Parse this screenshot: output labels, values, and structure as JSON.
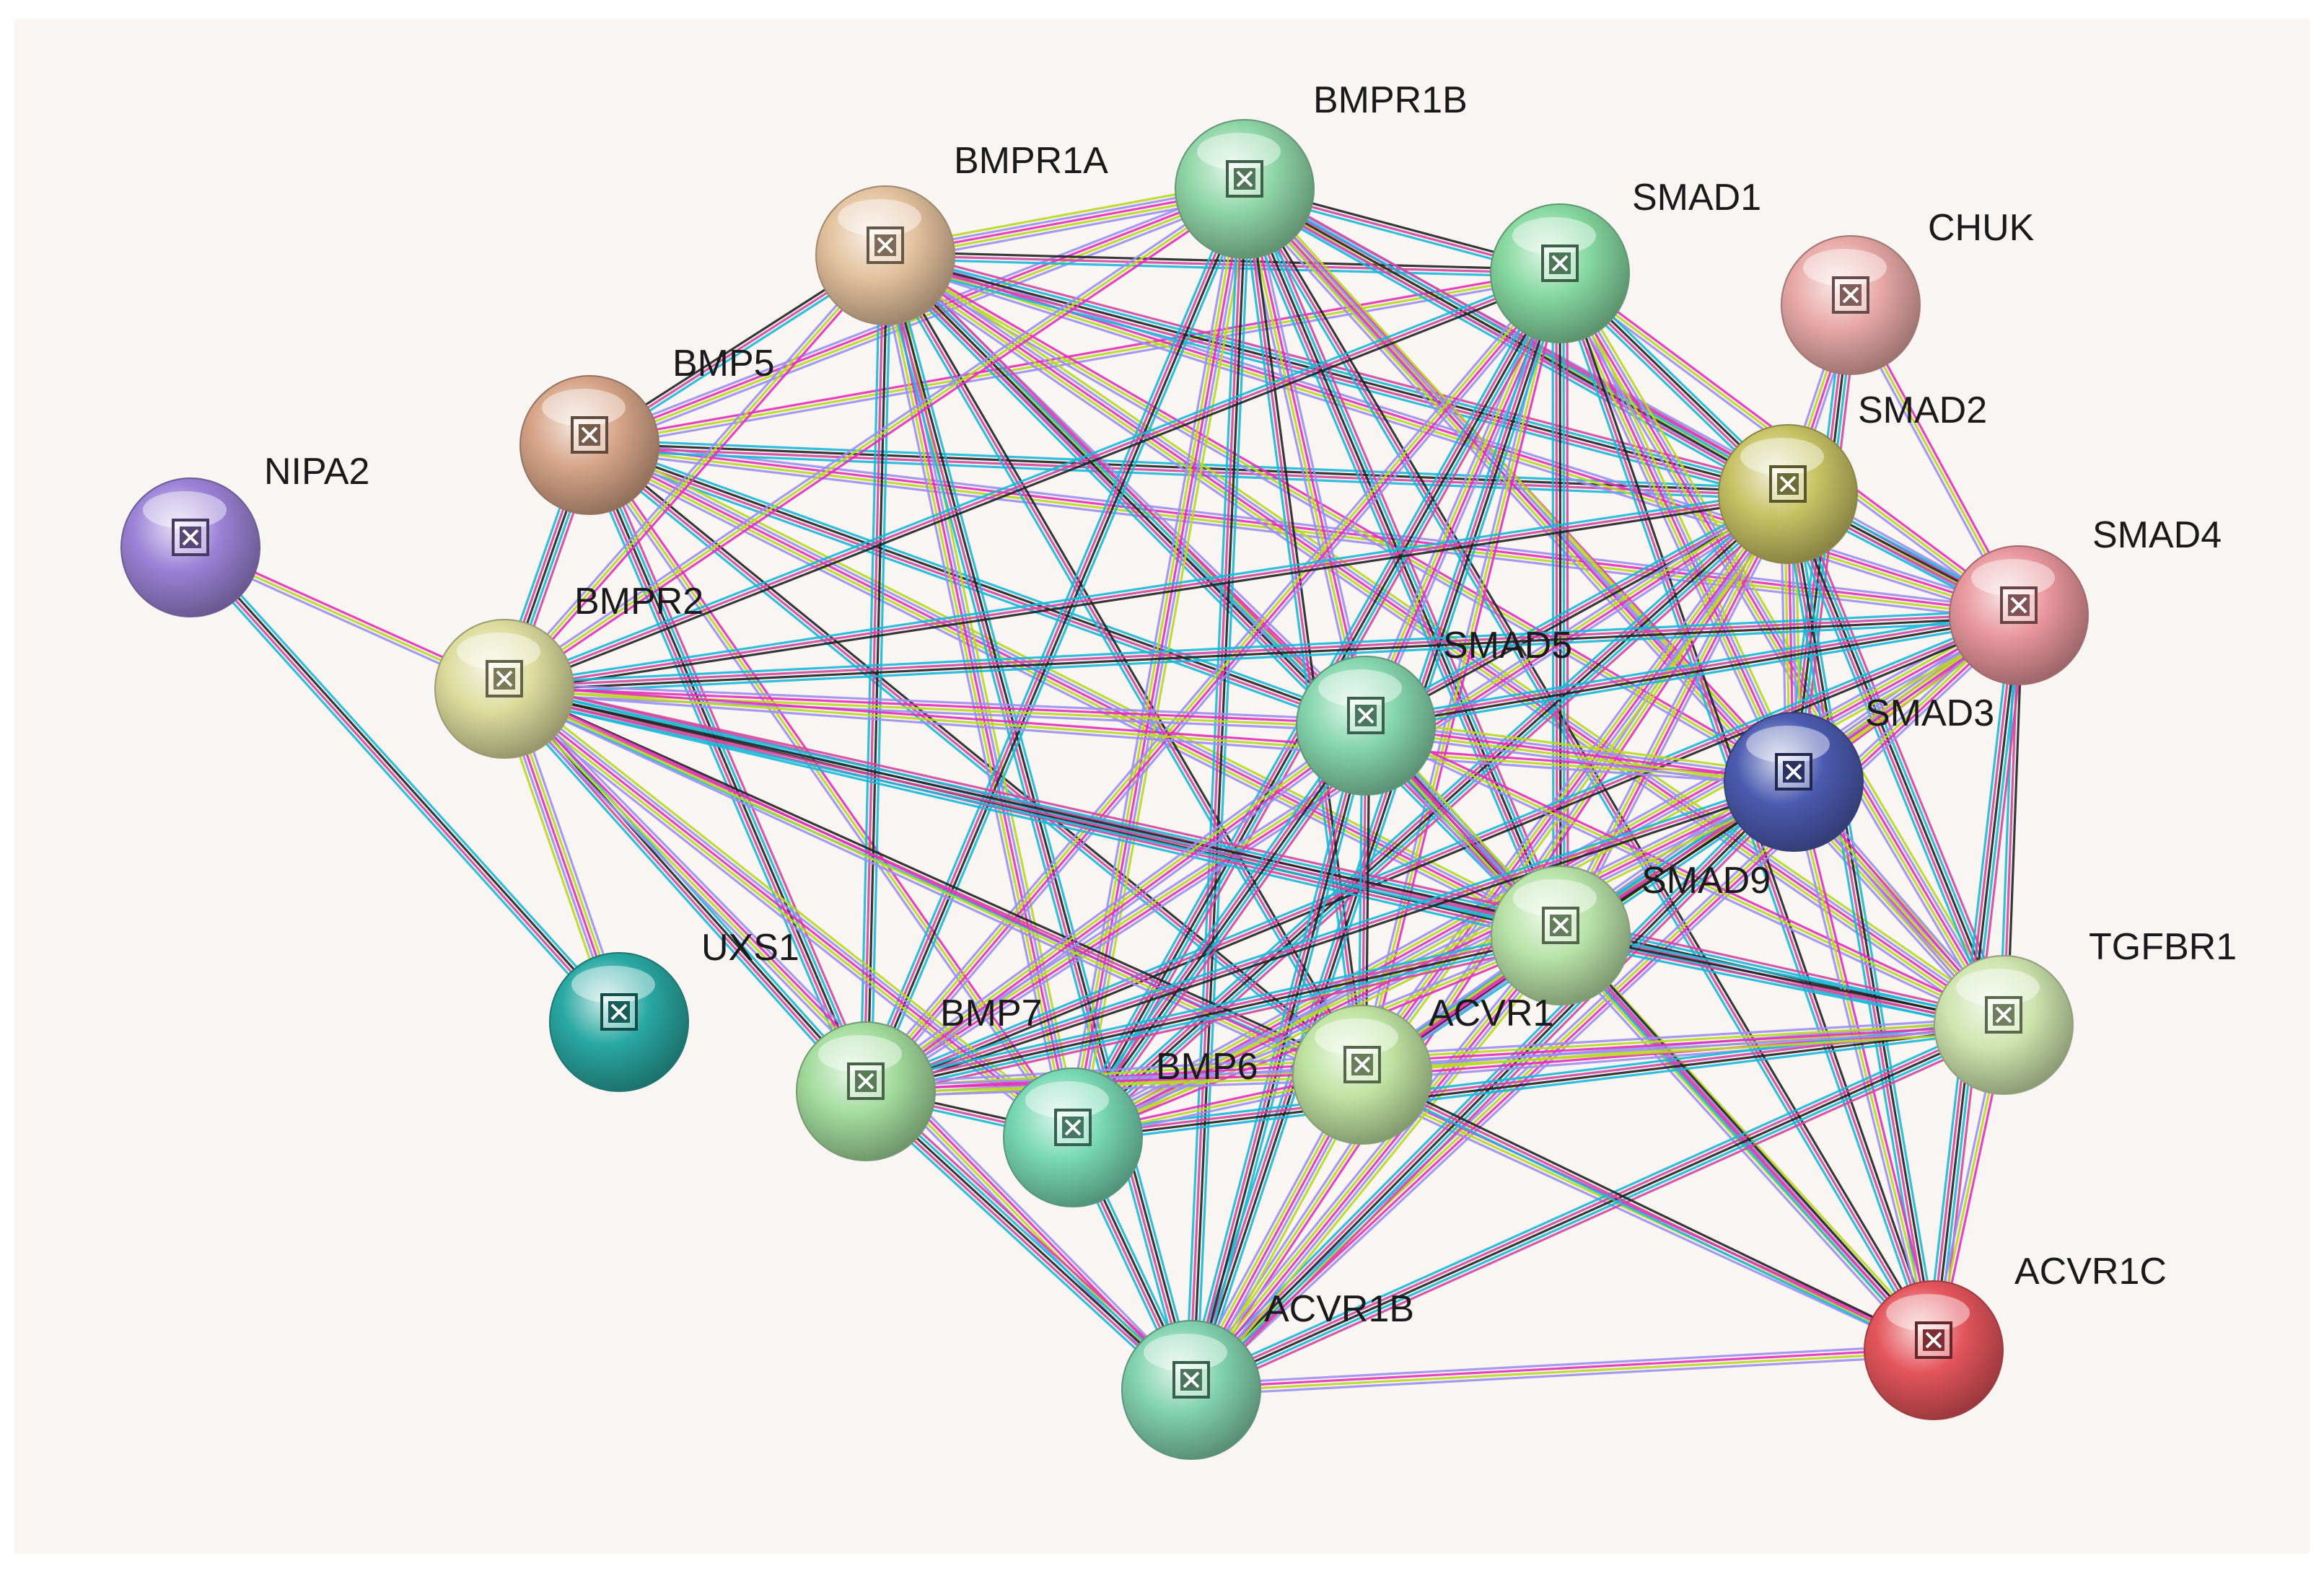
{
  "network": {
    "nodes": [
      {
        "id": "NIPA2",
        "label": "NIPA2",
        "color": "#9b82d6"
      },
      {
        "id": "BMP5",
        "label": "BMP5",
        "color": "#d6a488"
      },
      {
        "id": "BMPR1A",
        "label": "BMPR1A",
        "color": "#e3c29e"
      },
      {
        "id": "BMPR1B",
        "label": "BMPR1B",
        "color": "#8fd6a6"
      },
      {
        "id": "SMAD1",
        "label": "SMAD1",
        "color": "#86d8a0"
      },
      {
        "id": "CHUK",
        "label": "CHUK",
        "color": "#e8a9a6"
      },
      {
        "id": "SMAD2",
        "label": "SMAD2",
        "color": "#c7c264"
      },
      {
        "id": "SMAD4",
        "label": "SMAD4",
        "color": "#e8969c"
      },
      {
        "id": "BMPR2",
        "label": "BMPR2",
        "color": "#dcdc9e"
      },
      {
        "id": "SMAD5",
        "label": "SMAD5",
        "color": "#86d6ae"
      },
      {
        "id": "SMAD3",
        "label": "SMAD3",
        "color": "#4b5bb0"
      },
      {
        "id": "SMAD9",
        "label": "SMAD9",
        "color": "#b8e2a8"
      },
      {
        "id": "TGFBR1",
        "label": "TGFBR1",
        "color": "#cfe4ae"
      },
      {
        "id": "UXS1",
        "label": "UXS1",
        "color": "#2aa8a2"
      },
      {
        "id": "BMP7",
        "label": "BMP7",
        "color": "#a4dc9e"
      },
      {
        "id": "BMP6",
        "label": "BMP6",
        "color": "#78d8b6"
      },
      {
        "id": "ACVR1",
        "label": "ACVR1",
        "color": "#bfe3a2"
      },
      {
        "id": "ACVR1B",
        "label": "ACVR1B",
        "color": "#82d2ae"
      },
      {
        "id": "ACVR1C",
        "label": "ACVR1C",
        "color": "#e4555c"
      }
    ],
    "edge_colors": [
      "#e62fb8",
      "#18b8d8",
      "#b8d820",
      "#222222",
      "#9b8ff0",
      "#d1479f"
    ],
    "edges": [
      [
        "NIPA2",
        "BMPR2"
      ],
      [
        "NIPA2",
        "UXS1"
      ],
      [
        "UXS1",
        "BMPR2"
      ],
      [
        "BMP5",
        "BMPR1A"
      ],
      [
        "BMP5",
        "BMPR1B"
      ],
      [
        "BMP5",
        "BMPR2"
      ],
      [
        "BMP5",
        "SMAD1"
      ],
      [
        "BMP5",
        "SMAD5"
      ],
      [
        "BMP5",
        "SMAD9"
      ],
      [
        "BMP5",
        "ACVR1"
      ],
      [
        "BMP5",
        "SMAD4"
      ],
      [
        "BMP5",
        "BMP7"
      ],
      [
        "BMP5",
        "BMP6"
      ],
      [
        "BMP5",
        "SMAD2"
      ],
      [
        "BMPR1A",
        "BMPR1B"
      ],
      [
        "BMPR1A",
        "SMAD1"
      ],
      [
        "BMPR1A",
        "SMAD5"
      ],
      [
        "BMPR1A",
        "SMAD9"
      ],
      [
        "BMPR1A",
        "BMPR2"
      ],
      [
        "BMPR1A",
        "BMP7"
      ],
      [
        "BMPR1A",
        "BMP6"
      ],
      [
        "BMPR1A",
        "ACVR1"
      ],
      [
        "BMPR1A",
        "SMAD4"
      ],
      [
        "BMPR1A",
        "SMAD2"
      ],
      [
        "BMPR1A",
        "SMAD3"
      ],
      [
        "BMPR1A",
        "ACVR1B"
      ],
      [
        "BMPR1A",
        "TGFBR1"
      ],
      [
        "BMPR1B",
        "SMAD1"
      ],
      [
        "BMPR1B",
        "SMAD5"
      ],
      [
        "BMPR1B",
        "SMAD9"
      ],
      [
        "BMPR1B",
        "BMPR2"
      ],
      [
        "BMPR1B",
        "BMP7"
      ],
      [
        "BMPR1B",
        "BMP6"
      ],
      [
        "BMPR1B",
        "ACVR1"
      ],
      [
        "BMPR1B",
        "SMAD4"
      ],
      [
        "BMPR1B",
        "SMAD2"
      ],
      [
        "BMPR1B",
        "SMAD3"
      ],
      [
        "BMPR1B",
        "ACVR1B"
      ],
      [
        "BMPR1B",
        "TGFBR1"
      ],
      [
        "BMPR1B",
        "ACVR1C"
      ],
      [
        "SMAD1",
        "SMAD5"
      ],
      [
        "SMAD1",
        "SMAD9"
      ],
      [
        "SMAD1",
        "SMAD4"
      ],
      [
        "SMAD1",
        "SMAD2"
      ],
      [
        "SMAD1",
        "SMAD3"
      ],
      [
        "SMAD1",
        "BMPR2"
      ],
      [
        "SMAD1",
        "BMP7"
      ],
      [
        "SMAD1",
        "BMP6"
      ],
      [
        "SMAD1",
        "ACVR1"
      ],
      [
        "SMAD1",
        "ACVR1B"
      ],
      [
        "SMAD1",
        "TGFBR1"
      ],
      [
        "SMAD1",
        "ACVR1C"
      ],
      [
        "CHUK",
        "SMAD2"
      ],
      [
        "CHUK",
        "SMAD3"
      ],
      [
        "CHUK",
        "SMAD4"
      ],
      [
        "SMAD2",
        "SMAD4"
      ],
      [
        "SMAD2",
        "SMAD3"
      ],
      [
        "SMAD2",
        "SMAD5"
      ],
      [
        "SMAD2",
        "SMAD9"
      ],
      [
        "SMAD2",
        "TGFBR1"
      ],
      [
        "SMAD2",
        "ACVR1B"
      ],
      [
        "SMAD2",
        "ACVR1C"
      ],
      [
        "SMAD2",
        "ACVR1"
      ],
      [
        "SMAD2",
        "BMPR2"
      ],
      [
        "SMAD2",
        "BMP7"
      ],
      [
        "SMAD2",
        "BMP6"
      ],
      [
        "SMAD4",
        "SMAD3"
      ],
      [
        "SMAD4",
        "SMAD5"
      ],
      [
        "SMAD4",
        "SMAD9"
      ],
      [
        "SMAD4",
        "TGFBR1"
      ],
      [
        "SMAD4",
        "ACVR1B"
      ],
      [
        "SMAD4",
        "ACVR1C"
      ],
      [
        "SMAD4",
        "ACVR1"
      ],
      [
        "SMAD4",
        "BMPR2"
      ],
      [
        "SMAD4",
        "BMP6"
      ],
      [
        "SMAD4",
        "BMP7"
      ],
      [
        "BMPR2",
        "SMAD5"
      ],
      [
        "BMPR2",
        "SMAD9"
      ],
      [
        "BMPR2",
        "SMAD3"
      ],
      [
        "BMPR2",
        "BMP7"
      ],
      [
        "BMPR2",
        "BMP6"
      ],
      [
        "BMPR2",
        "ACVR1"
      ],
      [
        "BMPR2",
        "ACVR1B"
      ],
      [
        "BMPR2",
        "TGFBR1"
      ],
      [
        "BMPR2",
        "ACVR1C"
      ],
      [
        "SMAD5",
        "SMAD9"
      ],
      [
        "SMAD5",
        "SMAD3"
      ],
      [
        "SMAD5",
        "ACVR1"
      ],
      [
        "SMAD5",
        "BMP7"
      ],
      [
        "SMAD5",
        "BMP6"
      ],
      [
        "SMAD5",
        "TGFBR1"
      ],
      [
        "SMAD5",
        "ACVR1B"
      ],
      [
        "SMAD5",
        "ACVR1C"
      ],
      [
        "SMAD3",
        "SMAD9"
      ],
      [
        "SMAD3",
        "TGFBR1"
      ],
      [
        "SMAD3",
        "ACVR1B"
      ],
      [
        "SMAD3",
        "ACVR1C"
      ],
      [
        "SMAD3",
        "ACVR1"
      ],
      [
        "SMAD3",
        "BMP6"
      ],
      [
        "SMAD3",
        "BMP7"
      ],
      [
        "SMAD9",
        "ACVR1"
      ],
      [
        "SMAD9",
        "BMP7"
      ],
      [
        "SMAD9",
        "BMP6"
      ],
      [
        "SMAD9",
        "TGFBR1"
      ],
      [
        "SMAD9",
        "ACVR1B"
      ],
      [
        "SMAD9",
        "ACVR1C"
      ],
      [
        "TGFBR1",
        "ACVR1"
      ],
      [
        "TGFBR1",
        "ACVR1B"
      ],
      [
        "TGFBR1",
        "ACVR1C"
      ],
      [
        "TGFBR1",
        "BMP6"
      ],
      [
        "TGFBR1",
        "BMP7"
      ],
      [
        "BMP7",
        "BMP6"
      ],
      [
        "BMP7",
        "ACVR1"
      ],
      [
        "BMP7",
        "ACVR1B"
      ],
      [
        "BMP6",
        "ACVR1"
      ],
      [
        "BMP6",
        "ACVR1B"
      ],
      [
        "ACVR1",
        "ACVR1B"
      ],
      [
        "ACVR1",
        "ACVR1C"
      ],
      [
        "ACVR1B",
        "ACVR1C"
      ]
    ]
  }
}
